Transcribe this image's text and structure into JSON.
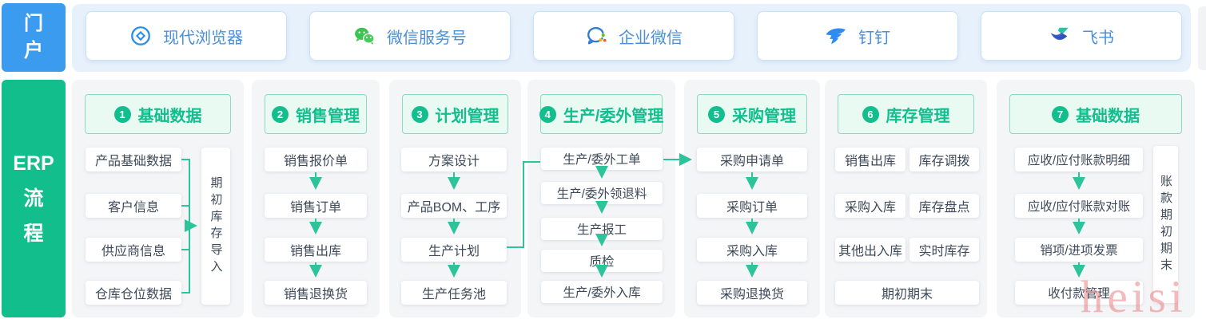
{
  "colors": {
    "portal_blue": "#3B9BEF",
    "portal_band_blue": "#E7F1FB",
    "portal_text_blue": "#4A8FD8",
    "erp_green": "#13BE8D",
    "module_header_green": "#12BE8D",
    "module_header_bg": "#E9FAF3",
    "flow_line_teal": "#2EC49B",
    "item_text": "#3E4A59",
    "watermark_pink": "#E98083"
  },
  "portal": {
    "label_lines": [
      "门",
      "户"
    ],
    "items": [
      {
        "label": "现代浏览器",
        "icon": "browser-icon"
      },
      {
        "label": "微信服务号",
        "icon": "wechat-icon"
      },
      {
        "label": "企业微信",
        "icon": "wecom-icon"
      },
      {
        "label": "钉钉",
        "icon": "dingtalk-icon"
      },
      {
        "label": "飞书",
        "icon": "feishu-icon"
      }
    ]
  },
  "erp": {
    "label_lines": [
      "ERP",
      "流",
      "程"
    ],
    "modules": [
      {
        "num": "1",
        "title": "基础数据",
        "items": [
          "产品基础数据",
          "客户信息",
          "供应商信息",
          "仓库仓位数据"
        ],
        "side_label": "期初库存导入"
      },
      {
        "num": "2",
        "title": "销售管理",
        "items": [
          "销售报价单",
          "销售订单",
          "销售出库",
          "销售退换货"
        ]
      },
      {
        "num": "3",
        "title": "计划管理",
        "items": [
          "方案设计",
          "产品BOM、工序",
          "生产计划",
          "生产任务池"
        ]
      },
      {
        "num": "4",
        "title": "生产/委外管理",
        "items": [
          "生产/委外工单",
          "生产/委外领退料",
          "生产报工",
          "质检",
          "生产/委外入库"
        ]
      },
      {
        "num": "5",
        "title": "采购管理",
        "items": [
          "采购申请单",
          "采购订单",
          "采购入库",
          "采购退换货"
        ]
      },
      {
        "num": "6",
        "title": "库存管理",
        "items": [
          "销售出库",
          "库存调拨",
          "采购入库",
          "库存盘点",
          "其他出入库",
          "实时库存"
        ],
        "full_item": "期初期末"
      },
      {
        "num": "7",
        "title": "基础数据",
        "items": [
          "应收/应付账款明细",
          "应收/应付账款对账",
          "销项/进项发票",
          "收付款管理"
        ],
        "side_label": "账款期初期末"
      }
    ]
  },
  "watermark": "heisi"
}
